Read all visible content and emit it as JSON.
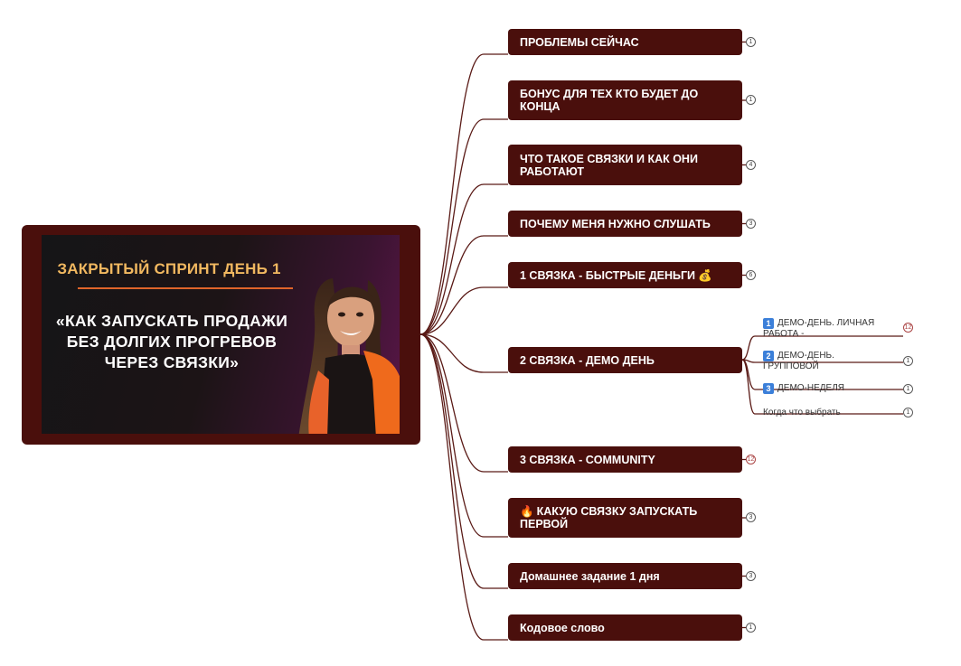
{
  "central": {
    "kicker": "ЗАКРЫТЫЙ СПРИНТ ДЕНЬ 1",
    "title": "«КАК ЗАПУСКАТЬ ПРОДАЖИ БЕЗ ДОЛГИХ ПРОГРЕВОВ ЧЕРЕЗ СВЯЗКИ»"
  },
  "nodes": [
    {
      "text": "ПРОБЛЕМЫ СЕЙЧАС",
      "count": "1"
    },
    {
      "text": "БОНУС ДЛЯ ТЕХ КТО БУДЕТ ДО КОНЦА",
      "count": "1"
    },
    {
      "text": "ЧТО ТАКОЕ СВЯЗКИ И КАК ОНИ РАБОТАЮТ",
      "count": "4"
    },
    {
      "text": "ПОЧЕМУ МЕНЯ НУЖНО СЛУШАТЬ",
      "count": "3"
    },
    {
      "text": "1 СВЯЗКА - БЫСТРЫЕ ДЕНЬГИ",
      "emoji_after": "💰",
      "count": "6"
    },
    {
      "text": "2 СВЯЗКА - ДЕМО ДЕНЬ",
      "count": ""
    },
    {
      "text": "3 СВЯЗКА - COMMUNITY",
      "count": "12"
    },
    {
      "text": "КАКУЮ СВЯЗКУ ЗАПУСКАТЬ ПЕРВОЙ",
      "emoji_before": "🔥",
      "count": "3"
    },
    {
      "text": "Домашнее задание 1 дня",
      "count": "3"
    },
    {
      "text": "Кодовое слово",
      "count": "1"
    }
  ],
  "subnodes": [
    {
      "num": "1",
      "text": "ДЕМО-ДЕНЬ. ЛИЧНАЯ РАБОТА -",
      "count": "12"
    },
    {
      "num": "2",
      "text": "ДЕМО-ДЕНЬ. ГРУППОВОЙ",
      "count": "1"
    },
    {
      "num": "3",
      "text": "ДЕМО-НЕДЕЛЯ",
      "count": "1"
    },
    {
      "num": "",
      "text": "Когда что выбрать",
      "count": "1"
    }
  ],
  "colors": {
    "node_bg": "#4a0f0c",
    "link": "#5a1a16",
    "kicker": "#f1b860",
    "accent_rule": "#e0652a",
    "sub_number_badge": "#3b7fd9"
  },
  "icons": {
    "money": "money-bag-icon",
    "fire": "fire-icon"
  }
}
